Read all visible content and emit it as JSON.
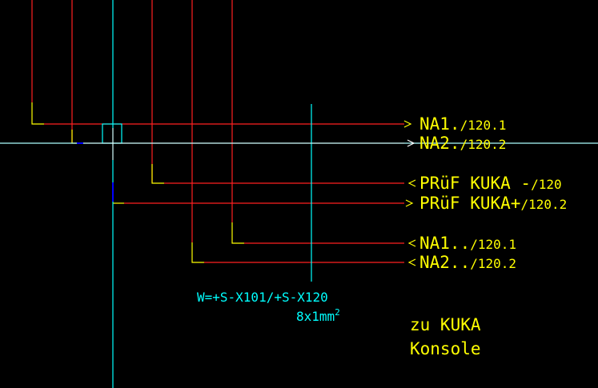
{
  "colors": {
    "background": "#000000",
    "wire": "#ff2020",
    "cable": "#00ffff",
    "connector": "#ffff00",
    "crosshair": "#ffffff",
    "tick": "#0000ff"
  },
  "labels": [
    {
      "name": "na1-1201",
      "main": "NA1.",
      "ref": "/120.1"
    },
    {
      "name": "na2-1202",
      "main": "NA2.",
      "ref": "/120.2"
    },
    {
      "name": "pruef-kuka-minus",
      "main": "PRüF KUKA -",
      "ref": "/120"
    },
    {
      "name": "pruef-kuka-plus",
      "main": "PRüF KUKA+",
      "ref": "/120.2"
    },
    {
      "name": "na1-1201-b",
      "main": "NA1..",
      "ref": "/120.1"
    },
    {
      "name": "na2-1202-b",
      "main": "NA2..",
      "ref": "/120.2"
    }
  ],
  "cable": {
    "designation": "W=+S-X101/+S-X120",
    "size": "8x1mm",
    "size_exp": "2"
  },
  "note": {
    "line1": "zu  KUKA",
    "line2": "Konsole"
  }
}
